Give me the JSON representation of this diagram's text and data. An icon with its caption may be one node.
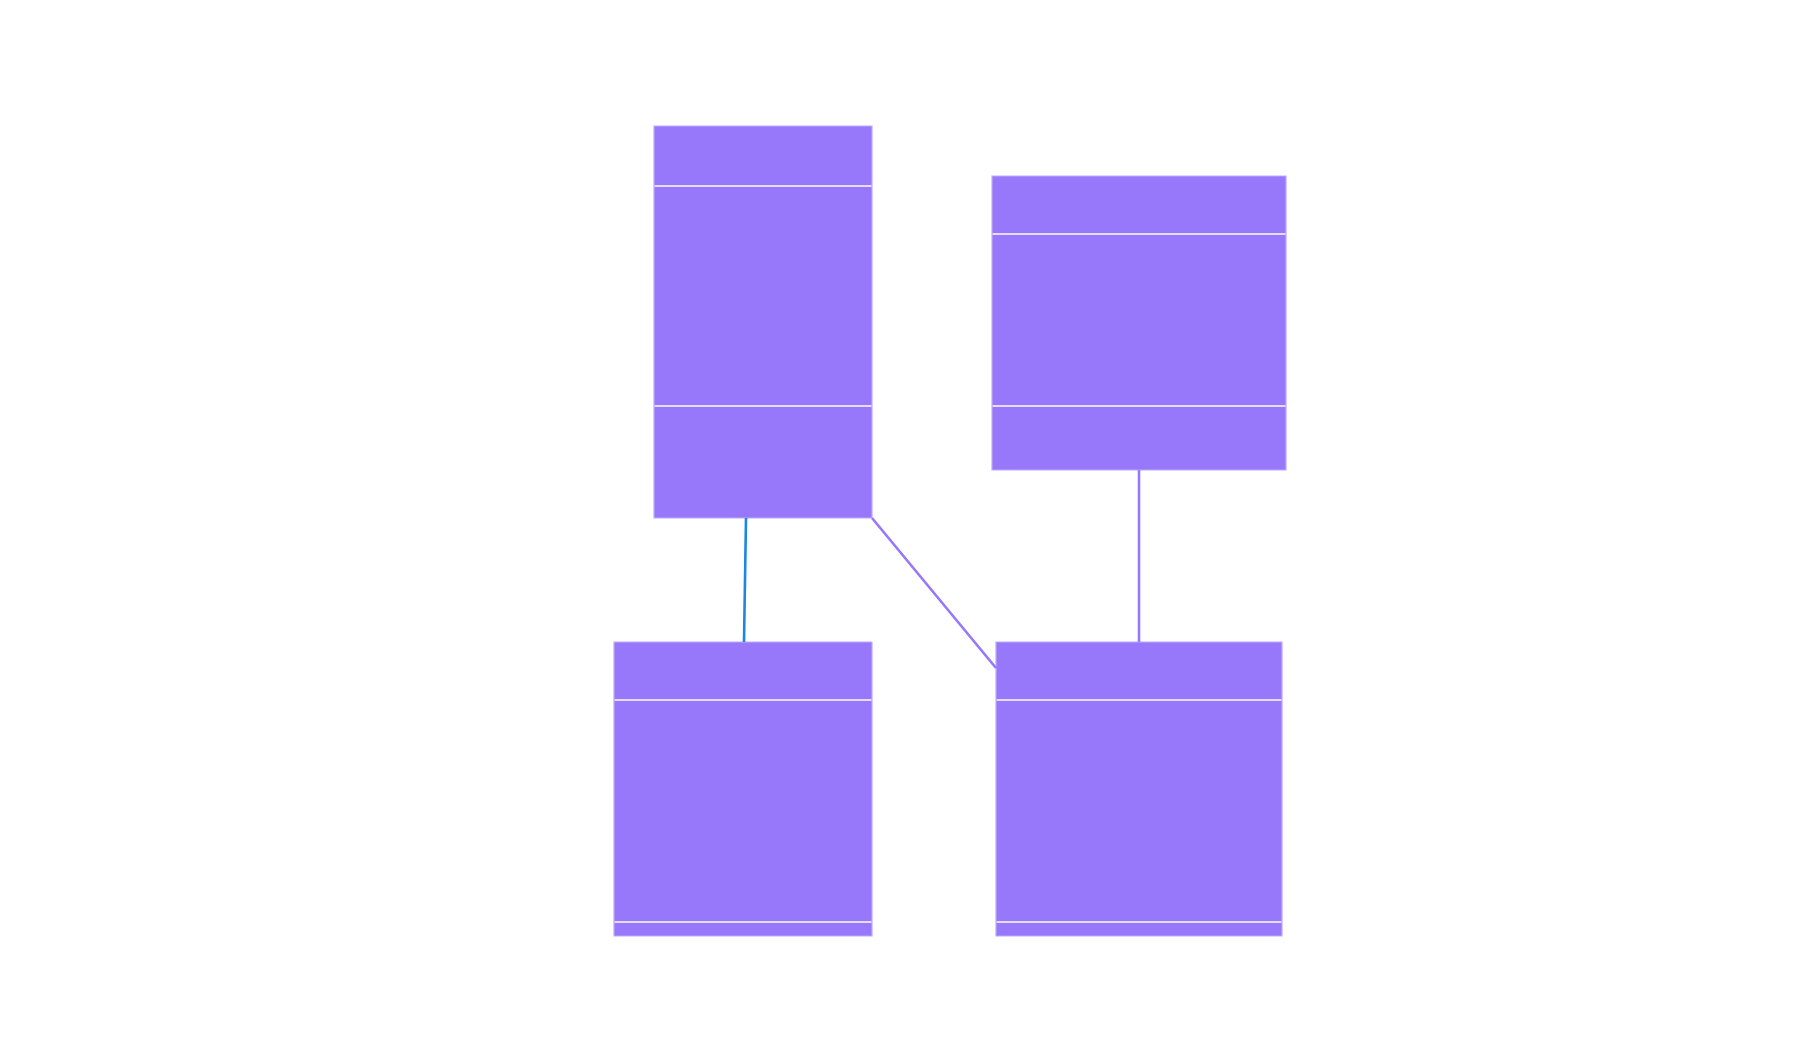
{
  "diagram": {
    "nodes": [
      {
        "text": [],
        "shape": "box"
      },
      {
        "text": [],
        "shape": "box"
      },
      {
        "text": [],
        "shape": "box"
      },
      {
        "text": [],
        "shape": "box"
      }
    ],
    "edges": [
      {
        "from": 0,
        "to": 2,
        "arrow": "none",
        "color": "#1a88e0"
      },
      {
        "from": 0,
        "to": 3,
        "arrow": "none"
      },
      {
        "from": 1,
        "to": 3,
        "arrow": "none"
      }
    ]
  }
}
